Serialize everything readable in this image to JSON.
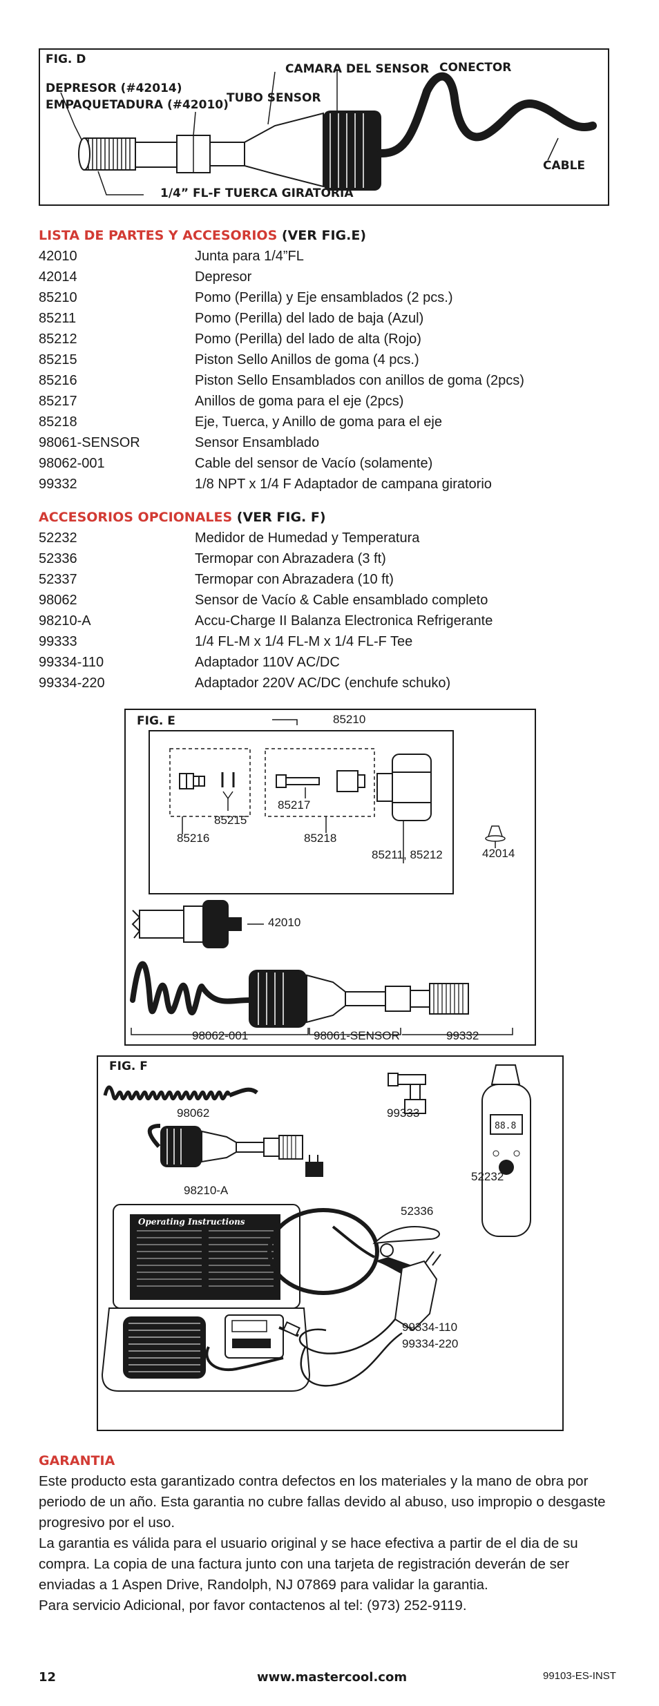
{
  "fig_d": {
    "label": "FIG. D",
    "callouts": {
      "depresor": "DEPRESOR (#42014)",
      "empaquetadura": "EMPAQUETADURA (#42010)",
      "tubo_sensor": "TUBO SENSOR",
      "camara": "CAMARA DEL SENSOR",
      "conector": "CONECTOR",
      "cable": "CABLE",
      "tuerca": "1/4” FL-F TUERCA GIRATORIA"
    }
  },
  "parts": {
    "title_red": "LISTA DE PARTES Y ACCESORIOS",
    "title_black": " (VER FIG.E)",
    "items": [
      {
        "code": "42010",
        "desc": "Junta para 1/4”FL"
      },
      {
        "code": "42014",
        "desc": "Depresor"
      },
      {
        "code": "85210",
        "desc": "Pomo (Perilla) y Eje ensamblados (2 pcs.)"
      },
      {
        "code": "85211",
        "desc": "Pomo (Perilla) del lado de baja (Azul)"
      },
      {
        "code": "85212",
        "desc": "Pomo (Perilla) del lado de alta (Rojo)"
      },
      {
        "code": "85215",
        "desc": "Piston Sello Anillos de goma (4 pcs.)"
      },
      {
        "code": "85216",
        "desc": "Piston Sello Ensamblados con anillos de goma (2pcs)"
      },
      {
        "code": "85217",
        "desc": "Anillos de goma para el eje (2pcs)"
      },
      {
        "code": "85218",
        "desc": "Eje, Tuerca, y Anillo de goma para el eje"
      },
      {
        "code": "98061-SENSOR",
        "desc": "Sensor Ensamblado"
      },
      {
        "code": "98062-001",
        "desc": "Cable del sensor de Vacío (solamente)"
      },
      {
        "code": "99332",
        "desc": "1/8 NPT x 1/4 F Adaptador de campana giratorio"
      }
    ]
  },
  "optional": {
    "title_red": "ACCESORIOS OPCIONALES",
    "title_black": " (VER FIG. F)",
    "items": [
      {
        "code": "52232",
        "desc": "Medidor de Humedad y Temperatura"
      },
      {
        "code": "52336",
        "desc": "Termopar con Abrazadera (3 ft)"
      },
      {
        "code": "52337",
        "desc": "Termopar con Abrazadera (10 ft)"
      },
      {
        "code": "98062",
        "desc": "Sensor de Vacío & Cable ensamblado completo"
      },
      {
        "code": "98210-A",
        "desc": "Accu-Charge II  Balanza Electronica Refrigerante"
      },
      {
        "code": "99333",
        "desc": "1/4 FL-M x 1/4 FL-M x 1/4 FL-F Tee"
      },
      {
        "code": "99334-110",
        "desc": "Adaptador 110V AC/DC"
      },
      {
        "code": "99334-220",
        "desc": "Adaptador 220V AC/DC (enchufe schuko)"
      }
    ]
  },
  "fig_e": {
    "label": "FIG. E",
    "labels": {
      "l85210": "85210",
      "l85217": "85217",
      "l85215": "85215",
      "l85216": "85216",
      "l85218": "85218",
      "l85211": "85211, 85212",
      "l42014": "42014",
      "l42010": "42010",
      "l98062": "98062-001",
      "l98061": "98061-SENSOR",
      "l99332": "99332"
    }
  },
  "fig_f": {
    "label": "FIG. F",
    "labels": {
      "l98062": "98062",
      "l99333": "99333",
      "l52232": "52232",
      "l98210": "98210-A",
      "l52336": "52336",
      "l99334a": "99334-110",
      "l99334b": "99334-220"
    },
    "instructions_title": "Operating Instructions"
  },
  "warranty": {
    "title": "GARANTIA",
    "lines": [
      "Este producto esta garantizado contra defectos en los materiales y la mano de obra por",
      "periodo de un año. Esta garantia no cubre fallas devido al abuso, uso impropio o desgaste",
      "progresivo por el uso.",
      "La garantia es válida para el usuario original y se hace efectiva a partir de el dia de su",
      "compra. La copia de una factura junto con una tarjeta de registración deverán de ser",
      "enviadas a 1 Aspen Drive, Randolph, NJ 07869 para validar la garantia.",
      "Para servicio Adicional, por favor contactenos al tel: (973) 252-9119."
    ]
  },
  "footer": {
    "page": "12",
    "url": "www.mastercool.com",
    "doc_id": "99103-ES-INST"
  },
  "colors": {
    "accent_red": "#d23a33",
    "ink": "#1a1a1a"
  }
}
